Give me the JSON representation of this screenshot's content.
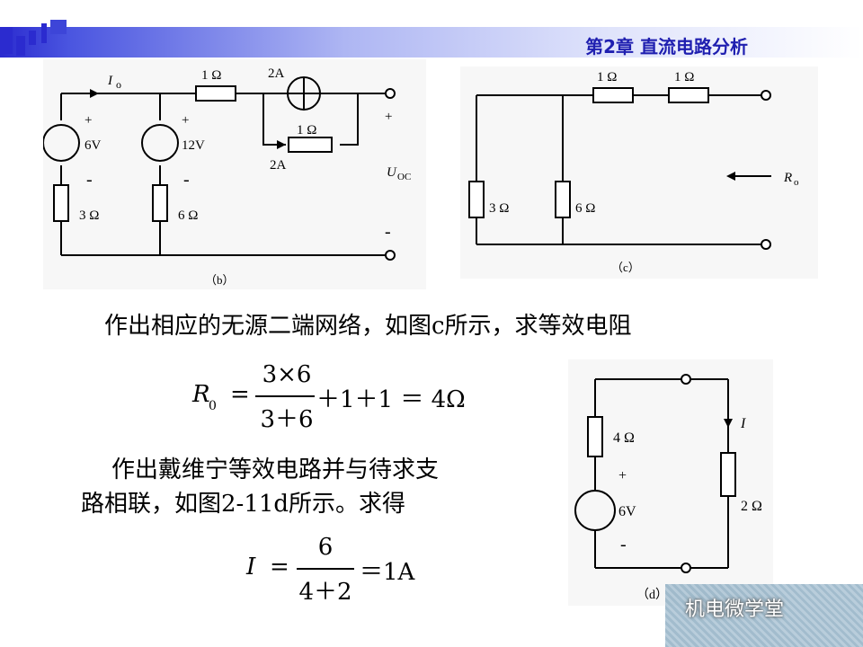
{
  "header": {
    "chapter_title": "第2章 直流电路分析"
  },
  "figure_b": {
    "caption": "（b）",
    "labels": {
      "current": "I",
      "current_sub": "o",
      "r_top": "1 Ω",
      "src_top": "2A",
      "r_mid": "1 Ω",
      "src_mid": "2A",
      "v1": "6V",
      "v2": "12V",
      "r1": "3 Ω",
      "r2": "6 Ω",
      "plus": "+",
      "minus": "-",
      "voc": "U",
      "voc_sub": "OC"
    }
  },
  "figure_c": {
    "caption": "（c）",
    "labels": {
      "r_top1": "1 Ω",
      "r_top2": "1 Ω",
      "r_left1": "3 Ω",
      "r_left2": "6 Ω",
      "ro": "R",
      "ro_sub": "o"
    }
  },
  "figure_d": {
    "caption": "（d）",
    "labels": {
      "r_left": "4 Ω",
      "r_right": "2 Ω",
      "v": "6V",
      "current": "I",
      "plus": "+",
      "minus": "-"
    }
  },
  "text": {
    "line1": "作出相应的无源二端网络，如图c所示，求等效电阻",
    "line2": "作出戴维宁等效电路并与待求支",
    "line3": "路相联，如图2-11d所示。求得"
  },
  "eq1": {
    "lhs": "R",
    "lhs_sub": "0",
    "eq": "=",
    "num": "3×6",
    "den": "3＋6",
    "rest": "＋1＋1 ＝ 4Ω"
  },
  "eq2": {
    "lhs": "I",
    "eq": "=",
    "num": "6",
    "den": "4＋2",
    "rest": "＝1A"
  },
  "watermark": "机电微学堂"
}
